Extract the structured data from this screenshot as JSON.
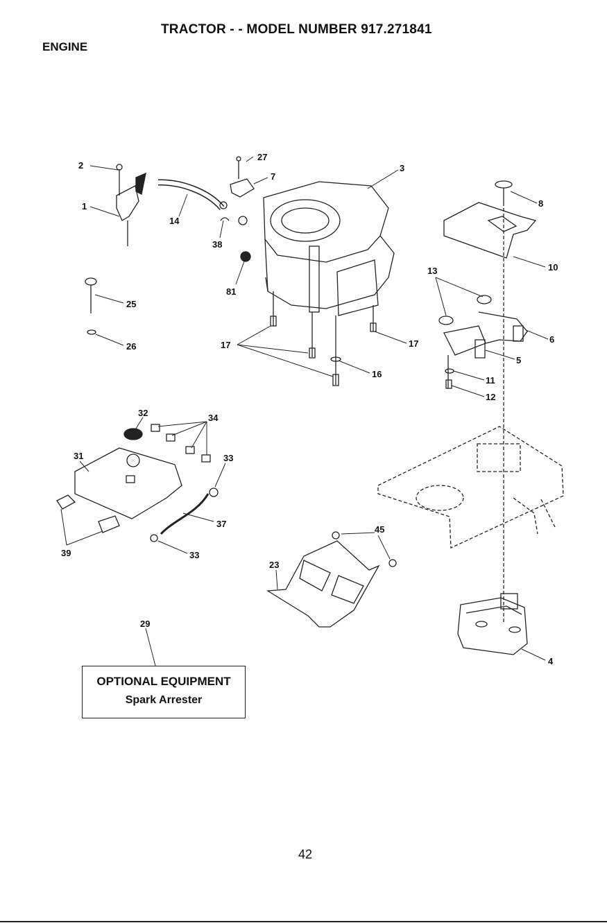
{
  "header": {
    "title": "TRACTOR - - MODEL NUMBER 917.271841",
    "section": "ENGINE"
  },
  "callouts": [
    "2",
    "27",
    "7",
    "3",
    "1",
    "14",
    "38",
    "8",
    "81",
    "10",
    "13",
    "25",
    "26",
    "17",
    "17",
    "16",
    "6",
    "5",
    "11",
    "12",
    "32",
    "34",
    "31",
    "33",
    "37",
    "39",
    "33",
    "45",
    "23",
    "29",
    "4"
  ],
  "optional_box": {
    "title": "OPTIONAL EQUIPMENT",
    "subtitle": "Spark Arrester"
  },
  "footer": {
    "page_number": "42"
  }
}
